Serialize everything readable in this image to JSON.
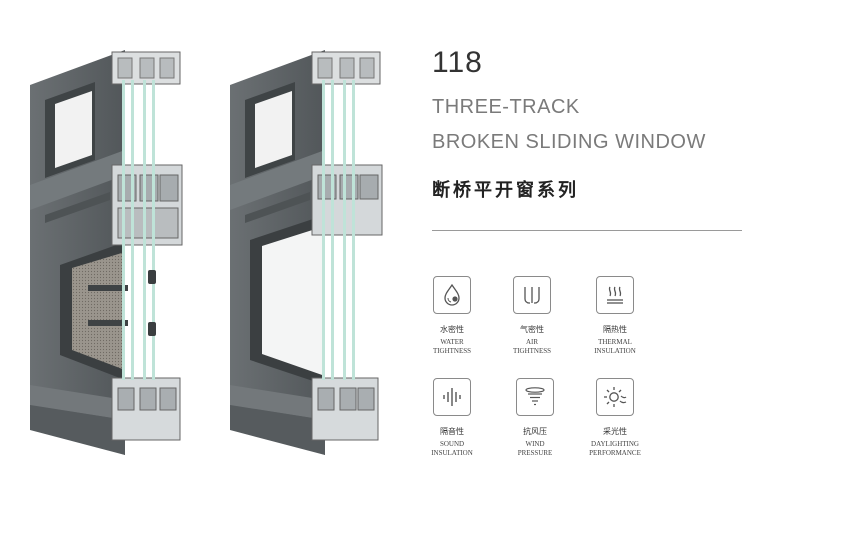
{
  "product": {
    "number": "118",
    "title_line1": "THREE-TRACK",
    "title_line2": "BROKEN SLIDING WINDOW",
    "title_cn": "断桥平开窗系列"
  },
  "features": [
    {
      "icon": "water-drop-icon",
      "cn": "水密性",
      "en": "WATER\nTIGHTNESS"
    },
    {
      "icon": "air-flow-icon",
      "cn": "气密性",
      "en": "AIR\nTIGHTNESS"
    },
    {
      "icon": "heat-waves-icon",
      "cn": "隔热性",
      "en": "THERMAL\nINSULATION"
    },
    {
      "icon": "sound-wave-icon",
      "cn": "隔音性",
      "en": "SOUND\nINSULATION"
    },
    {
      "icon": "tornado-icon",
      "cn": "抗风压",
      "en": "WIND\nPRESSURE"
    },
    {
      "icon": "sun-icon",
      "cn": "采光性",
      "en": "DAYLIGHTING\nPERFORMANCE"
    }
  ],
  "colors": {
    "frame": "#5f6467",
    "frame_light": "#8a8f92",
    "frame_dark": "#45494b",
    "glass": "#bfe3d8",
    "screen_mesh": "#8f8a82"
  }
}
